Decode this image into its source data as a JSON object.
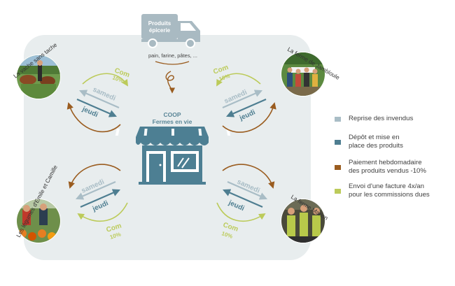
{
  "truck": {
    "line1": "Produits",
    "line2": "épicerie",
    "caption": "pain, farine, pâtes, ..."
  },
  "coop": {
    "line1": "COOP",
    "line2": "Fermes en vie"
  },
  "farms": {
    "top_left": "La vache sans tache",
    "top_right": "La ferme de Jambloule",
    "bottom_left": "Les légumes d'Emile et Camille",
    "bottom_right": "La ferme Marion"
  },
  "flows": {
    "samedi": "samedi",
    "jeudi": "jeudi",
    "com": "Com",
    "pct": "10%"
  },
  "legend": [
    {
      "text_lines": [
        "Reprise des invendus"
      ],
      "color": "#a9bdc6"
    },
    {
      "text_lines": [
        "Dépôt et mise en",
        "place des produits"
      ],
      "color": "#4e7e91"
    },
    {
      "text_lines": [
        "Paiement hebdomadaire",
        "des produits vendus -10%"
      ],
      "color": "#9a5c1f"
    },
    {
      "text_lines": [
        "Envoi d'une facture 4x/an",
        "pour les commissions dues"
      ],
      "color": "#bccb5a"
    }
  ],
  "colors": {
    "background_panel": "#e8edee",
    "invendus": "#a9bdc6",
    "depot": "#4e7e91",
    "paiement": "#9a5c1f",
    "commission": "#bccb5a",
    "truck": "#a9bac2",
    "store": "#4d7f93",
    "coop_text": "#5a8697"
  }
}
